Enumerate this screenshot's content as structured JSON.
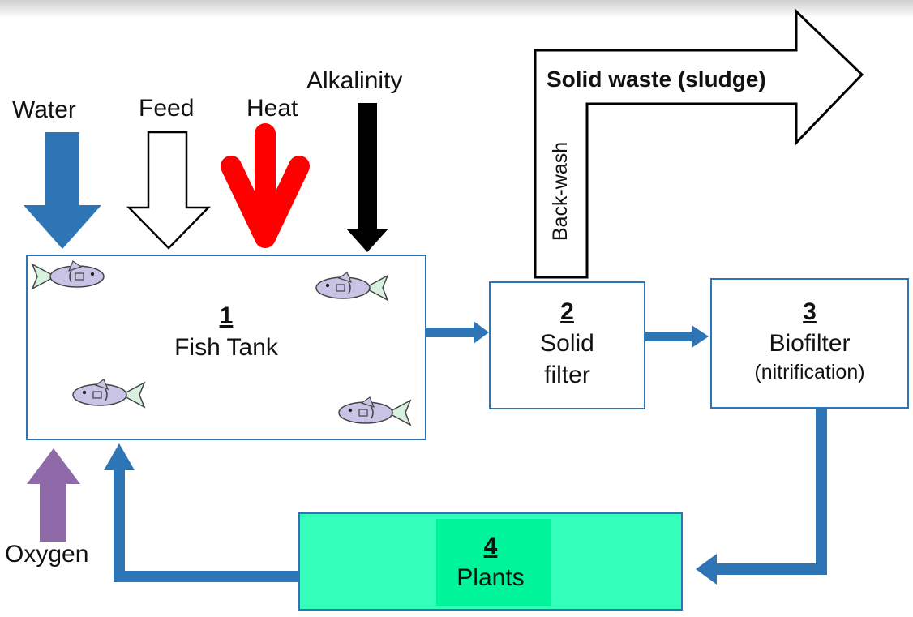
{
  "inputs": {
    "water": "Water",
    "feed": "Feed",
    "heat": "Heat",
    "alkalinity": "Alkalinity",
    "oxygen": "Oxygen"
  },
  "outputs": {
    "solid_waste": "Solid waste (sludge)",
    "backwash": "Back-wash"
  },
  "boxes": {
    "fish_tank": {
      "number": "1",
      "label": "Fish Tank"
    },
    "solid_filter": {
      "number": "2",
      "label_line1": "Solid",
      "label_line2": "filter"
    },
    "biofilter": {
      "number": "3",
      "label": "Biofilter",
      "sublabel": "(nitrification)"
    },
    "plants": {
      "number": "4",
      "label": "Plants"
    }
  },
  "colors": {
    "flow_blue": "#2e75b6",
    "water_blue": "#2e75b6",
    "heat_red": "#ff0000",
    "alkalinity_black": "#000000",
    "oxygen_purple": "#8e6aa8",
    "plants_green": "#33ffbb",
    "plants_inner_green": "#00f59a",
    "fish_body": "#c9c3e6",
    "fish_tail": "#d8f0e0"
  },
  "icons": [
    "fish-icon"
  ]
}
